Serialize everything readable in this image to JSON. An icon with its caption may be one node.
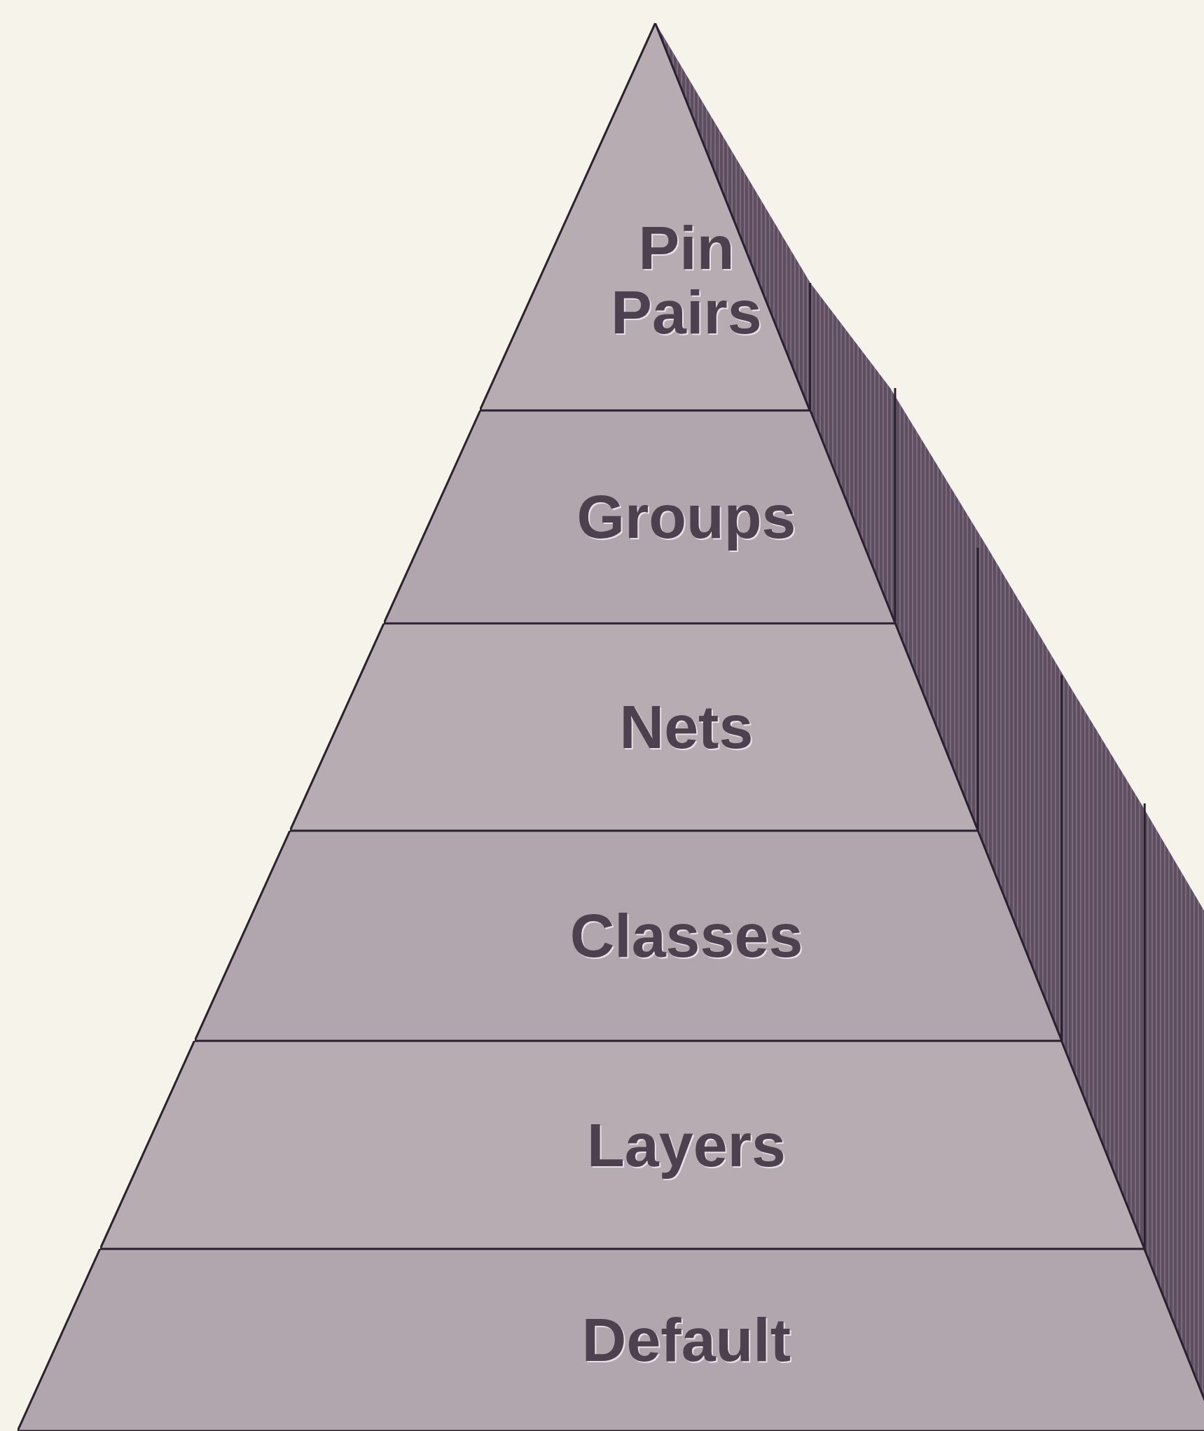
{
  "diagram": {
    "nodes": [
      {
        "text": [
          "Pin Pairs"
        ]
      },
      {
        "text": [
          "Groups"
        ]
      },
      {
        "text": [
          "Nets"
        ]
      },
      {
        "text": [
          "Classes"
        ]
      },
      {
        "text": [
          "Layers"
        ]
      },
      {
        "text": [
          "Default"
        ]
      }
    ]
  }
}
